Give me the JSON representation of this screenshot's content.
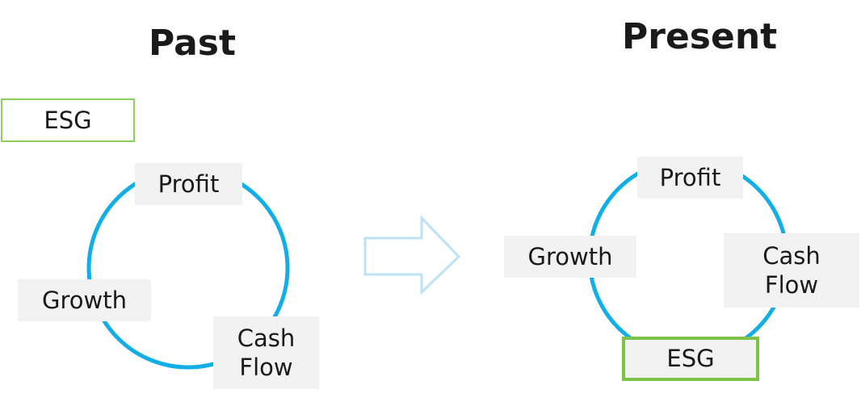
{
  "past": {
    "title": "Past",
    "labels": {
      "esg": "ESG",
      "profit": "Profit",
      "growth": "Growth",
      "cash_flow": "Cash\nFlow"
    }
  },
  "present": {
    "title": "Present",
    "labels": {
      "profit": "Profit",
      "growth": "Growth",
      "cash_flow": "Cash\nFlow",
      "esg": "ESG"
    }
  },
  "colors": {
    "ring": "#12aee8",
    "arrow_outline": "#bde2f6",
    "esg_border": "#7dc34a",
    "label_background": "#f2f2f2"
  },
  "icons": {
    "transition": "right-arrow-icon"
  }
}
